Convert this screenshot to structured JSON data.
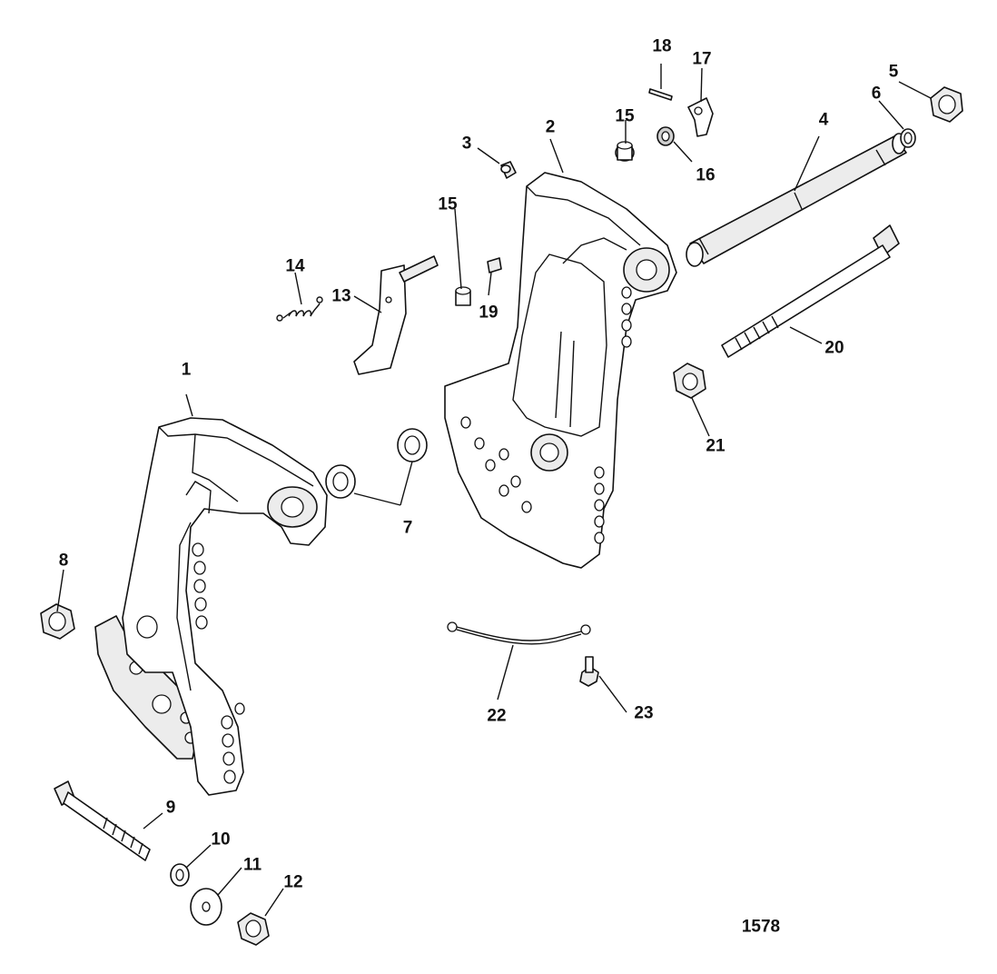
{
  "diagram": {
    "figure_number": "1578",
    "callouts": [
      {
        "id": "c1",
        "text": "1"
      },
      {
        "id": "c2",
        "text": "2"
      },
      {
        "id": "c3",
        "text": "3"
      },
      {
        "id": "c4",
        "text": "4"
      },
      {
        "id": "c5",
        "text": "5"
      },
      {
        "id": "c6",
        "text": "6"
      },
      {
        "id": "c7",
        "text": "7"
      },
      {
        "id": "c8",
        "text": "8"
      },
      {
        "id": "c9",
        "text": "9"
      },
      {
        "id": "c10",
        "text": "10"
      },
      {
        "id": "c11",
        "text": "11"
      },
      {
        "id": "c12",
        "text": "12"
      },
      {
        "id": "c13",
        "text": "13"
      },
      {
        "id": "c14",
        "text": "14"
      },
      {
        "id": "c15a",
        "text": "15"
      },
      {
        "id": "c15b",
        "text": "15"
      },
      {
        "id": "c16",
        "text": "16"
      },
      {
        "id": "c17",
        "text": "17"
      },
      {
        "id": "c18",
        "text": "18"
      },
      {
        "id": "c19",
        "text": "19"
      },
      {
        "id": "c20",
        "text": "20"
      },
      {
        "id": "c21",
        "text": "21"
      },
      {
        "id": "c22",
        "text": "22"
      },
      {
        "id": "c23",
        "text": "23"
      }
    ]
  }
}
